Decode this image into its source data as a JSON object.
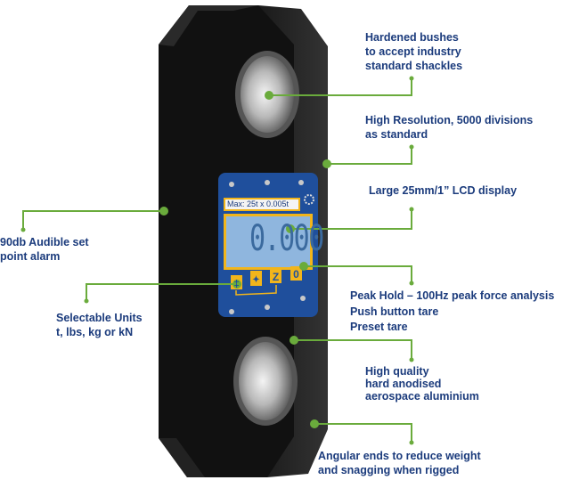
{
  "display": {
    "max_label": "Max: 25t x 0.005t",
    "reading": "0.000"
  },
  "colors": {
    "callout": "#6aab3c",
    "text": "#1b3b7c",
    "panel": "#1f4f9c",
    "lcd": "#8fb6de",
    "bezel": "#f2b51b"
  },
  "callouts": {
    "bushes": [
      "Hardened bushes",
      "to accept industry",
      "standard shackles"
    ],
    "resolution": [
      "High Resolution, 5000 divisions",
      "as standard"
    ],
    "lcd": [
      "Large 25mm/1” LCD display"
    ],
    "peak": [
      "Peak Hold – 100Hz peak force analysis",
      "Push button tare",
      "Preset tare"
    ],
    "material": [
      "High quality",
      "hard anodised",
      "aerospace aluminium"
    ],
    "ends": [
      "Angular ends to reduce weight",
      "and snagging when rigged"
    ],
    "alarm": [
      "90db Audible set",
      "point alarm"
    ],
    "units": [
      "Selectable Units",
      "t, lbs, kg or kN"
    ]
  }
}
